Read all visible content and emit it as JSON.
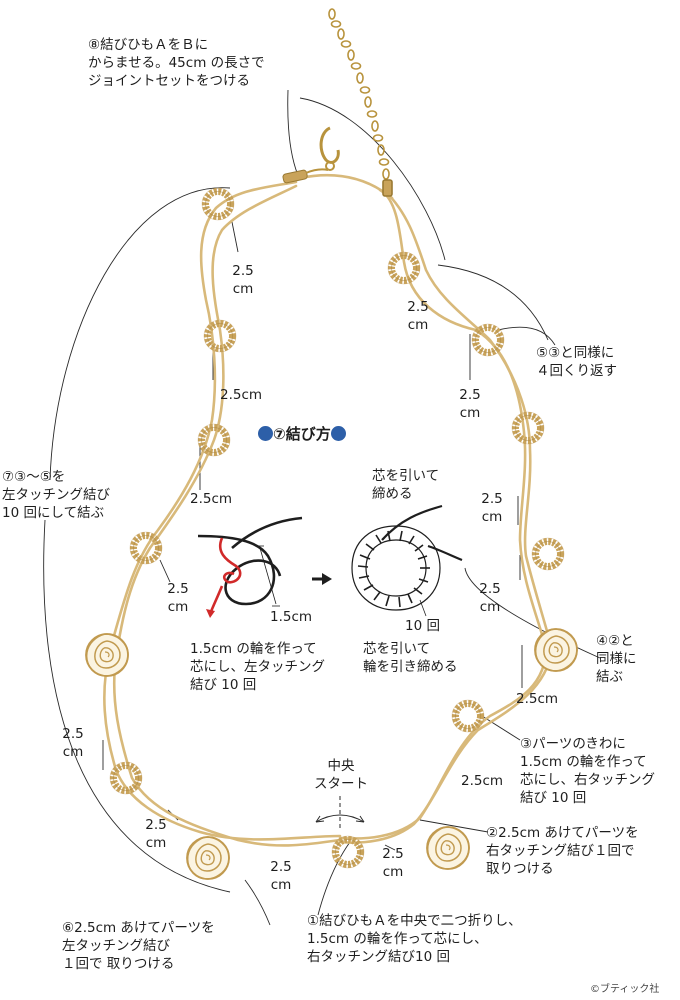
{
  "labels": {
    "step8": [
      "⑧結びひもＡをＢに",
      "からませる。45cm の長さで",
      "ジョイントセットをつける"
    ],
    "step5": [
      "⑤③と同様に",
      "４回くり返す"
    ],
    "step7": [
      "⑦③〜⑤を",
      "左タッチング結び",
      "10 回にして結ぶ"
    ],
    "step4": [
      "④②と",
      "同様に",
      "結ぶ"
    ],
    "step3": [
      "③パーツのきわに",
      "1.5cm の輪を作って",
      "芯にし、右タッチング",
      "結び 10 回"
    ],
    "step2": [
      "②2.5cm あけてパーツを",
      "右タッチング結び１回で",
      "取りつける"
    ],
    "step6": [
      "⑥2.5cm あけてパーツを",
      "左タッチング結び",
      "１回で 取りつける"
    ],
    "step1": [
      "①結びひもＡを中央で二つ折りし、",
      "1.5cm の輪を作って芯にし、",
      "右タッチング結び10 回"
    ],
    "center": [
      "中央",
      "スタート"
    ]
  },
  "inset": {
    "title": "⑦結び方",
    "loop_measure": "1.5cm",
    "left_caption": [
      "1.5cm の輪を作って",
      "芯にし、左タッチング",
      "結び 10 回"
    ],
    "pull_label": [
      "芯を引いて",
      "締める"
    ],
    "count_label": "10 回",
    "right_caption": [
      "芯を引いて",
      "輪を引き締める"
    ]
  },
  "measurements": {
    "m1": [
      "2.5",
      "cm"
    ],
    "m2": "2.5cm",
    "m3": "2.5cm",
    "m4": [
      "2.5",
      "cm"
    ],
    "m5": [
      "2.5",
      "cm"
    ],
    "m6": [
      "2.5",
      "cm"
    ],
    "m7": [
      "2.5",
      "cm"
    ],
    "m8": [
      "2.5",
      "cm"
    ],
    "m9": [
      "2.5",
      "cm"
    ],
    "m10": [
      "2.5",
      "cm"
    ],
    "m11": [
      "2.5",
      "cm"
    ],
    "m12": "2.5cm",
    "m13": "2.5cm",
    "m14": [
      "2.5",
      "cm"
    ]
  },
  "credit": "©ブティック社",
  "colors": {
    "cord": "#d8b97a",
    "knot": "#c9a35a",
    "chain": "#b8933d",
    "accent": "#2d5fa8",
    "arrow_red": "#d12a2a",
    "leader": "#2a2a2a"
  }
}
